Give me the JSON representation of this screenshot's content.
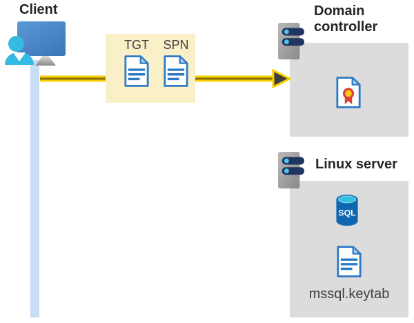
{
  "client": {
    "label": "Client"
  },
  "tickets": {
    "items": [
      {
        "label": "TGT",
        "icon": "document-icon"
      },
      {
        "label": "SPN",
        "icon": "document-icon"
      }
    ]
  },
  "domain_controller": {
    "label": "Domain controller",
    "icons": [
      "server-icon",
      "certificate-icon"
    ]
  },
  "linux_server": {
    "label": "Linux server",
    "sql_label": "SQL",
    "keytab_label": "mssql.keytab",
    "icons": [
      "server-icon",
      "sql-database-icon",
      "document-icon"
    ]
  },
  "connection": {
    "from": "Client",
    "to": "Domain controller",
    "style": "yellow-arrow"
  },
  "colors": {
    "accent_yellow": "#F7CE00",
    "arrow_stripe_dark": "#8A7100",
    "arrowhead_dark": "#3F3F3F",
    "tickets_box_yellow": "#FAF0C8",
    "panel_gray": "#DCDCDC",
    "document_blue": "#2E7BC4",
    "certificate_red": "#DC3E34",
    "certificate_seal_yellow": "#FFC716",
    "person_cyan": "#35BAE1",
    "lifeline_blue": "#C7DCF5",
    "sql_blue": "#1166B0",
    "sql_cyan": "#35BEE2",
    "text_dark": "#262626"
  }
}
